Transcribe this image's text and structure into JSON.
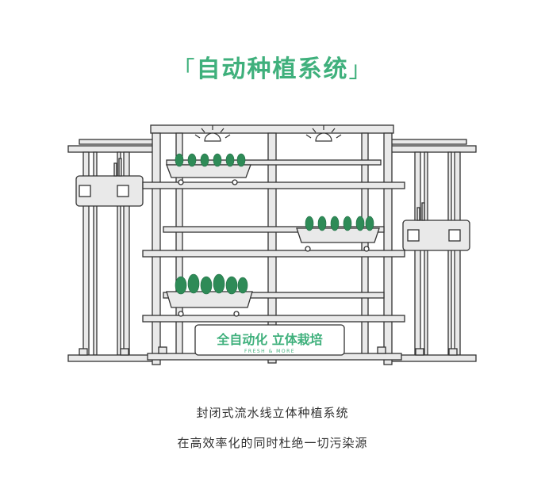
{
  "title": {
    "open_bracket": "「",
    "text": "自动种植系统",
    "close_bracket": "」"
  },
  "sign": {
    "main": "全自动化 立体栽培",
    "sub": "FRESH & MORE"
  },
  "captions": [
    "封闭式流水线立体种植系统",
    "在高效率化的同时杜绝一切污染源"
  ],
  "colors": {
    "accent": "#3fb07c",
    "frame": "#e9e9e9",
    "line": "#333333",
    "plant": "#2e8b57"
  }
}
